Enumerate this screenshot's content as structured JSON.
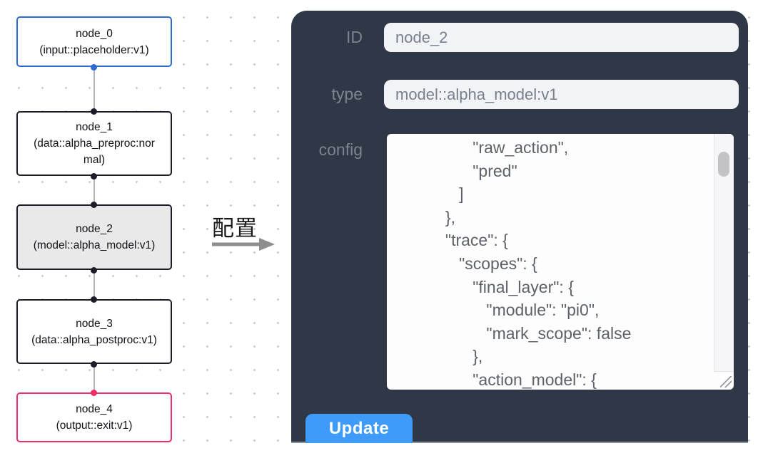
{
  "flow": {
    "nodes": [
      {
        "title": "node_0",
        "subtitle": "(input::placeholder:v1)"
      },
      {
        "title": "node_1",
        "subtitle": "(data::alpha_preproc:normal)"
      },
      {
        "title": "node_2",
        "subtitle": "(model::alpha_model:v1)"
      },
      {
        "title": "node_3",
        "subtitle": "(data::alpha_postproc:v1)"
      },
      {
        "title": "node_4",
        "subtitle": "(output::exit:v1)"
      }
    ],
    "selected_node": "node_2"
  },
  "annotation": {
    "label": "配置"
  },
  "panel": {
    "id_field": {
      "label": "ID",
      "value": "node_2"
    },
    "type_field": {
      "label": "type",
      "value": "model::alpha_model:v1"
    },
    "config_field": {
      "label": "config",
      "value": "                \"raw_action\",\n                \"pred\"\n             ]\n          },\n          \"trace\": {\n             \"scopes\": {\n                \"final_layer\": {\n                   \"module\": \"pi0\",\n                   \"mark_scope\": false\n                },\n                \"action_model\": {"
    },
    "update_button": {
      "label": "Update"
    }
  },
  "colors": {
    "input_node_accent": "#2e6bd3",
    "output_node_accent": "#ee2e67",
    "node_border": "#1c1c28",
    "selected_node_bg": "#e9e9e9",
    "edge": "#b3b3b3",
    "panel_bg": "#2e3846",
    "field_bg": "#f2f3f7",
    "button_bg": "#3f9bf9"
  }
}
